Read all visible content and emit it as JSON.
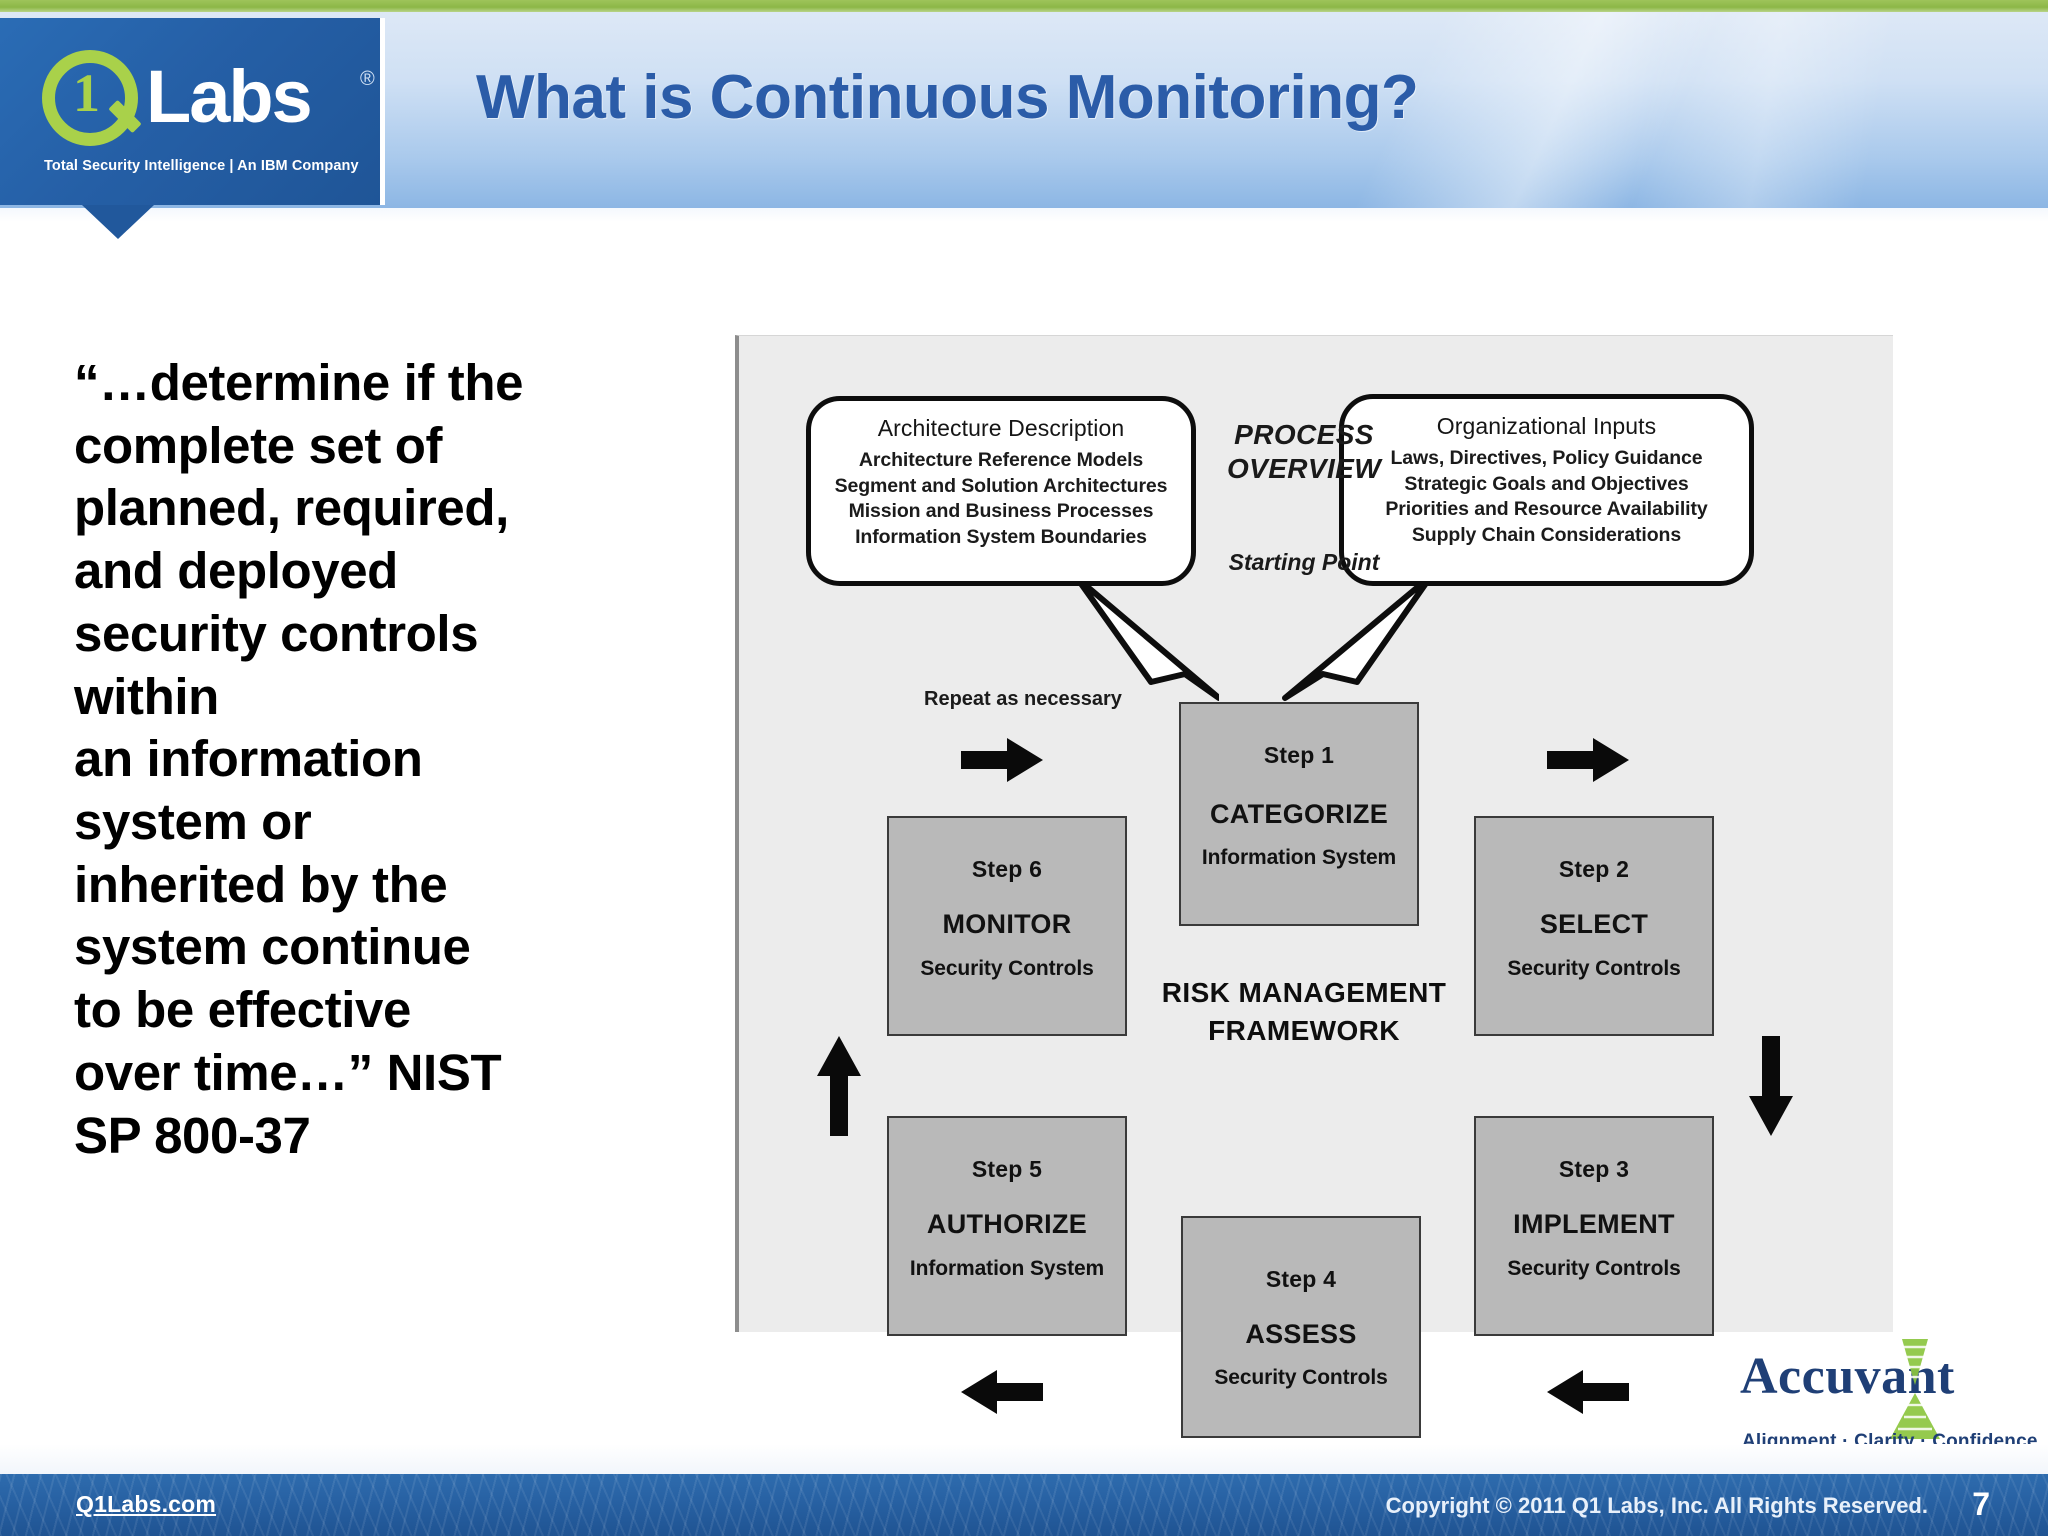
{
  "brand": {
    "logo_one": "1",
    "logo_word": "Labs",
    "logo_reg": "®",
    "logo_tagline": "Total Security Intelligence | An IBM Company"
  },
  "header": {
    "title": "What is Continuous Monitoring?"
  },
  "quote": {
    "lines": [
      "“…determine if the",
      "complete set of",
      "planned, required,",
      "and deployed",
      "security controls",
      "within",
      "an information",
      "system or",
      "inherited by the",
      "system continue",
      "to be effective",
      "over time…”  NIST",
      "SP 800-37"
    ]
  },
  "diagram": {
    "process_overview": "PROCESS OVERVIEW",
    "starting_point": "Starting Point",
    "repeat_label": "Repeat as necessary",
    "rmf_caption": "RISK MANAGEMENT FRAMEWORK",
    "callouts": [
      {
        "id": "architecture-description",
        "title": "Architecture Description",
        "lines": [
          "Architecture Reference Models",
          "Segment and Solution Architectures",
          "Mission and Business Processes",
          "Information System Boundaries"
        ]
      },
      {
        "id": "organizational-inputs",
        "title": "Organizational Inputs",
        "lines": [
          "Laws, Directives, Policy Guidance",
          "Strategic Goals and Objectives",
          "Priorities and Resource Availability",
          "Supply Chain Considerations"
        ]
      }
    ],
    "steps": [
      {
        "num": "Step 1",
        "name": "CATEGORIZE",
        "sub": "Information System"
      },
      {
        "num": "Step 2",
        "name": "SELECT",
        "sub": "Security Controls"
      },
      {
        "num": "Step 3",
        "name": "IMPLEMENT",
        "sub": "Security Controls"
      },
      {
        "num": "Step 4",
        "name": "ASSESS",
        "sub": "Security Controls"
      },
      {
        "num": "Step 5",
        "name": "AUTHORIZE",
        "sub": "Information System"
      },
      {
        "num": "Step 6",
        "name": "MONITOR",
        "sub": "Security Controls"
      }
    ],
    "arrows": [
      {
        "id": "arrow-top-left",
        "direction": "right"
      },
      {
        "id": "arrow-top-right",
        "direction": "right"
      },
      {
        "id": "arrow-bottom-left",
        "direction": "left"
      },
      {
        "id": "arrow-bottom-right",
        "direction": "left"
      },
      {
        "id": "arrow-left-up",
        "direction": "up"
      },
      {
        "id": "arrow-right-down",
        "direction": "down"
      }
    ]
  },
  "partner": {
    "name": "Accuvant",
    "name_caps": "A",
    "name_rest": "CCUVANT",
    "tagline": "Alignment · Clarity · Confidence"
  },
  "footer": {
    "url": "Q1Labs.com",
    "copyright": "Copyright © 2011 Q1 Labs, Inc. All Rights Reserved.",
    "page_number": "7"
  },
  "colors": {
    "green_strip": "#8cb747",
    "header_blue_top": "#dde8f6",
    "header_blue_bottom": "#8cb6e4",
    "logo_panel_blue": "#255fa6",
    "logo_green": "#a9d14a",
    "title_blue": "#2b5ca8",
    "diagram_bg": "#ececec",
    "step_box_gray": "#b9b9b9",
    "footer_blue": "#2862a4",
    "accuvant_navy": "#1f3f76"
  }
}
